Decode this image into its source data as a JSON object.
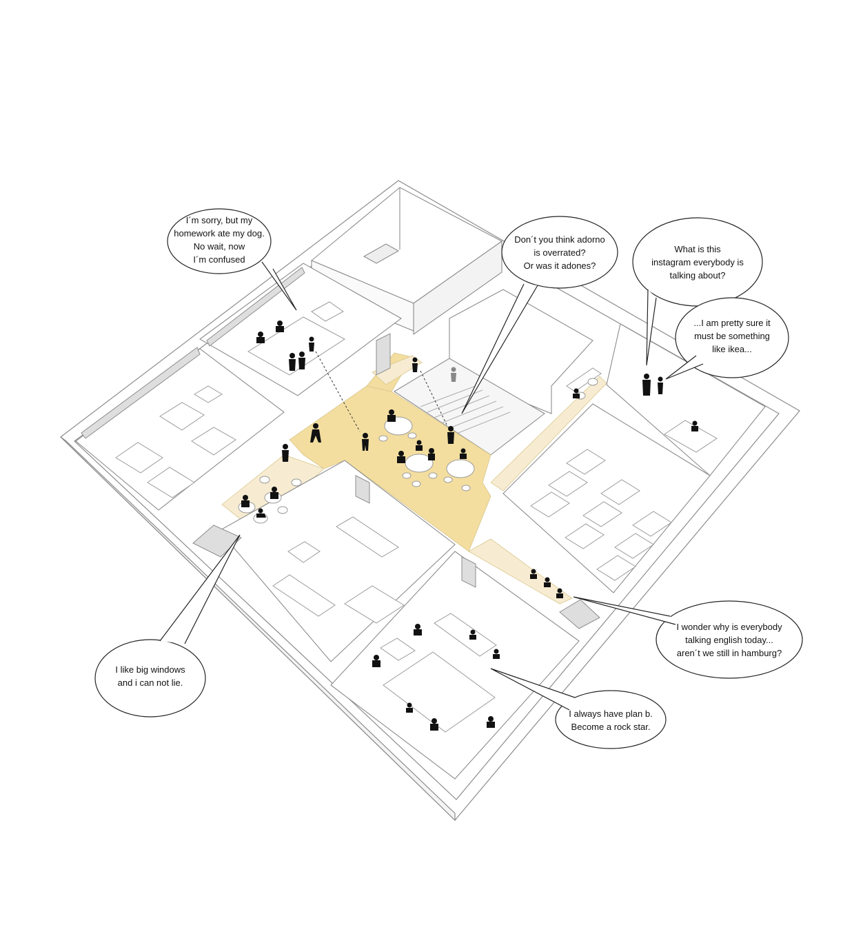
{
  "colors": {
    "corridor_main": "#f3dea0",
    "corridor_light": "#f7ecd1",
    "line": "#8c8c8c",
    "wall_fill": "#ffffff",
    "window_fill": "#dedede",
    "figure": "#111111"
  },
  "speech_bubbles": [
    {
      "id": "homework",
      "lines": [
        "I´m sorry, but my",
        "homework ate my dog.",
        "No wait, now",
        "I´m confused"
      ]
    },
    {
      "id": "adorno",
      "lines": [
        "Don´t you think adorno",
        "is overrated?",
        "Or was it adones?"
      ]
    },
    {
      "id": "instagram",
      "lines": [
        "What is this",
        "instagram everybody is",
        "talking about?"
      ]
    },
    {
      "id": "ikea",
      "lines": [
        "...I am pretty sure it",
        "must be something",
        "like ikea..."
      ]
    },
    {
      "id": "english",
      "lines": [
        "I wonder why is everybody",
        "talking english today...",
        "aren´t we still in hamburg?"
      ]
    },
    {
      "id": "windows",
      "lines": [
        "I like big windows",
        "and i can not lie."
      ]
    },
    {
      "id": "planb",
      "lines": [
        "I always have plan b.",
        "Become a rock star."
      ]
    }
  ]
}
